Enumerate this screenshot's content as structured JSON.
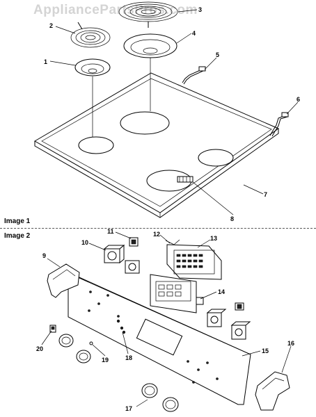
{
  "watermark": "AppliancePartsPros.com",
  "sections": [
    {
      "label": "Image 1"
    },
    {
      "label": "Image 2"
    }
  ],
  "callouts": [
    "1",
    "2",
    "3",
    "4",
    "5",
    "6",
    "7",
    "8",
    "9",
    "10",
    "11",
    "12",
    "13",
    "14",
    "15",
    "16",
    "17",
    "18",
    "19",
    "20"
  ]
}
